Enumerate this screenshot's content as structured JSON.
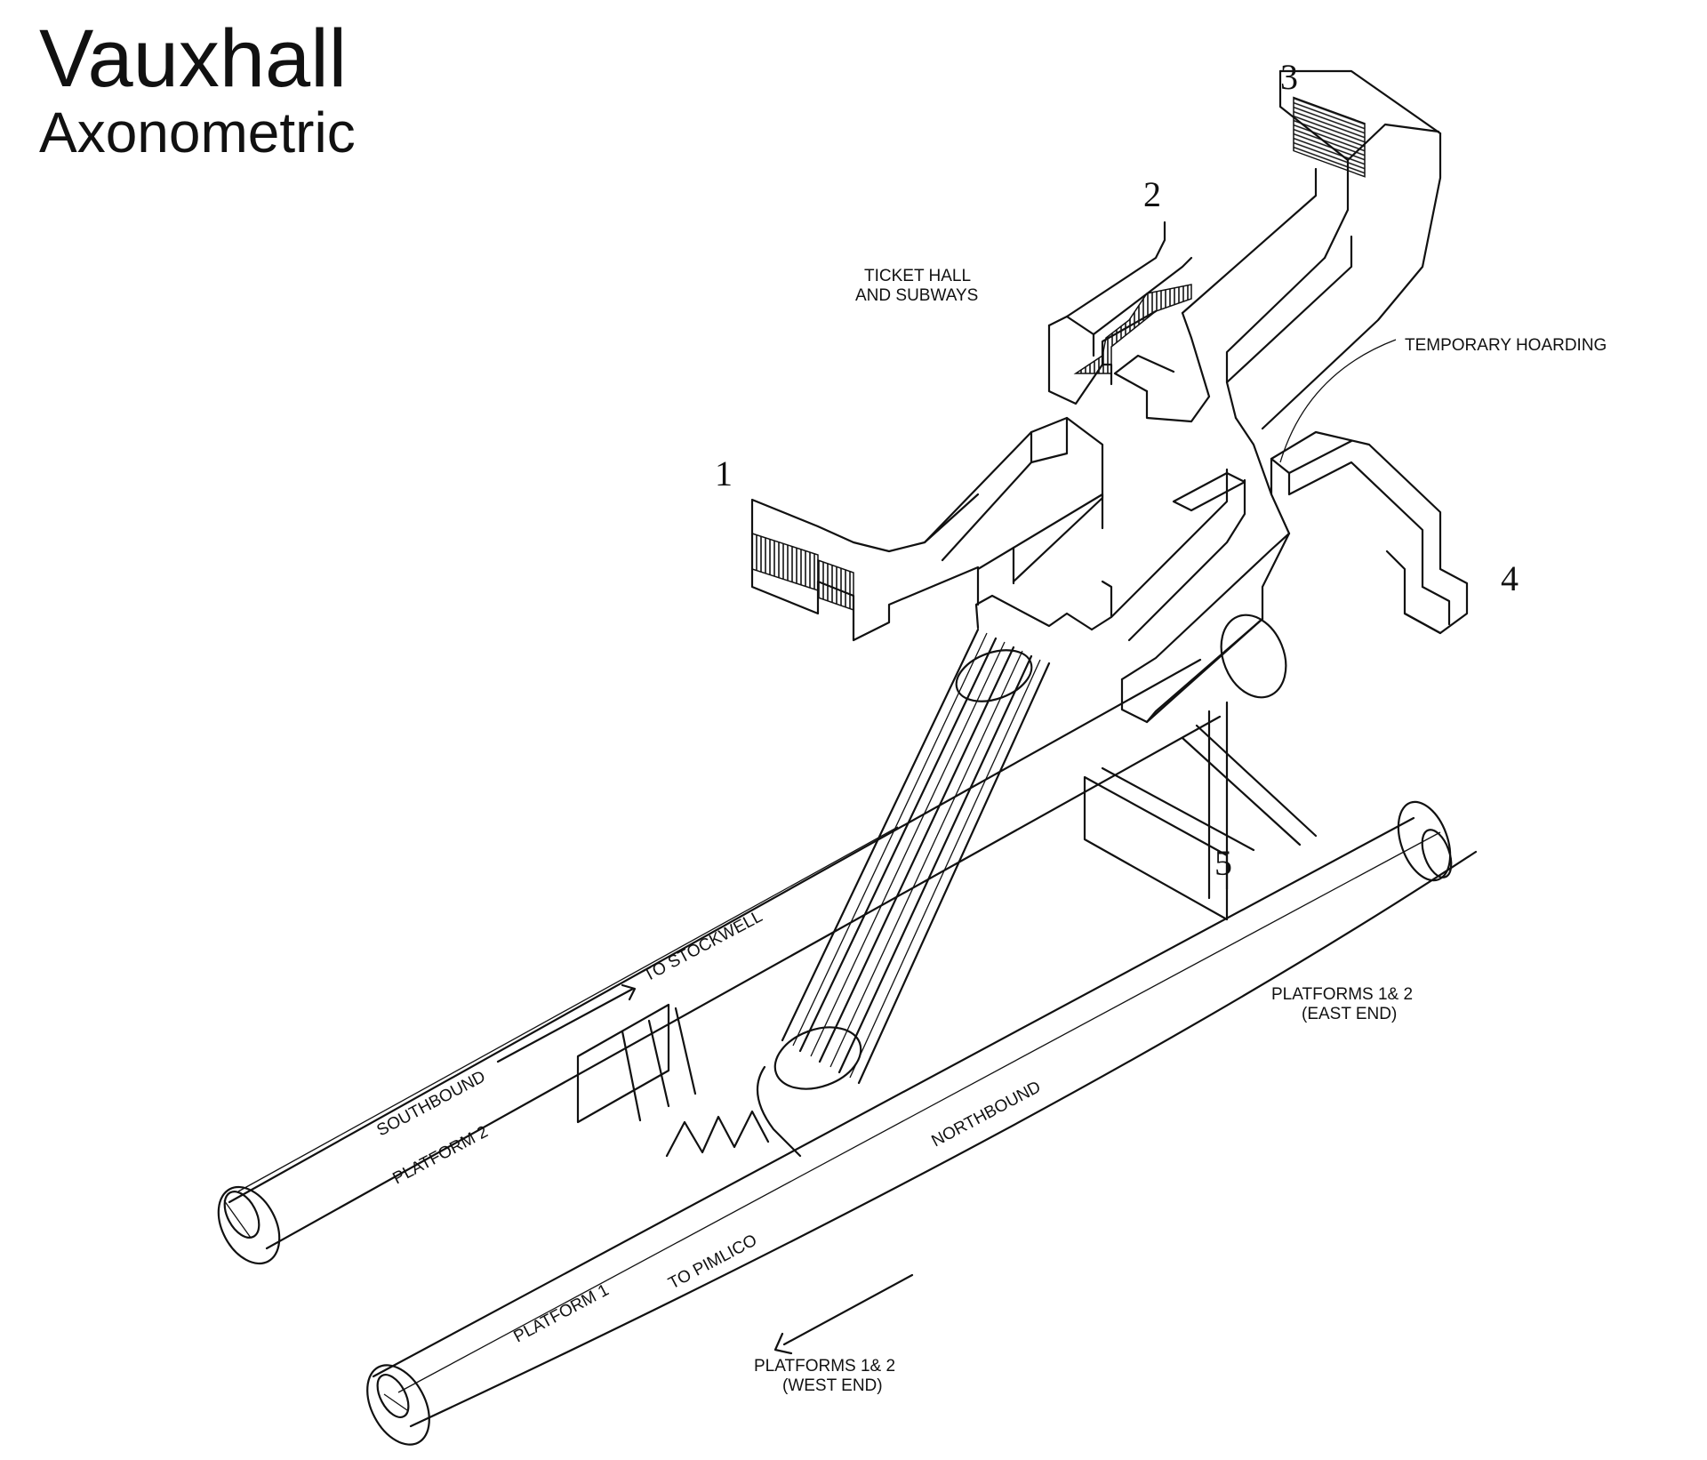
{
  "header": {
    "title": "Vauxhall",
    "subtitle": "Axonometric"
  },
  "labels": {
    "ticket_hall_line1": "TICKET HALL",
    "ticket_hall_line2": "AND SUBWAYS",
    "temporary_hoarding": "TEMPORARY HOARDING",
    "east_end_line1": "PLATFORMS 1& 2",
    "east_end_line2": "(EAST END)",
    "west_end_line1": "PLATFORMS 1& 2",
    "west_end_line2": "(WEST END)",
    "southbound": "SOUTHBOUND",
    "platform_2": "PLATFORM 2",
    "to_stockwell": "TO STOCKWELL",
    "platform_1": "PLATFORM 1",
    "to_pimlico": "TO PIMLICO",
    "northbound": "NORTHBOUND"
  },
  "entrances": [
    "1",
    "2",
    "3",
    "4",
    "5"
  ]
}
